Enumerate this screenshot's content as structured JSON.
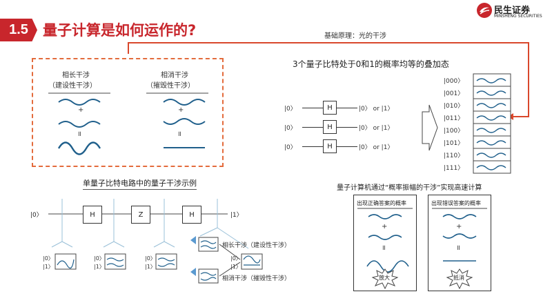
{
  "header": {
    "section_number": "1.5",
    "title": "量子计算是如何运作的?",
    "brand_name": "民生证券",
    "brand_sub": "MINSHENG SECURITIES"
  },
  "principle_label": "基础原理：光的干涉",
  "interference": {
    "constructive_title": "相长干涉",
    "constructive_sub": "（建设性干涉）",
    "destructive_title": "相消干涉",
    "destructive_sub": "（摧毁性干涉）",
    "plus": "+",
    "equals": "॥"
  },
  "superposition": {
    "title": "3个量子比特处于0和1的概率均等的叠加态",
    "input_state": "|0〉",
    "gate": "H",
    "output_state": "|0〉 or |1〉",
    "states": [
      "|000〉",
      "|001〉",
      "|010〉",
      "|011〉",
      "|100〉",
      "|101〉",
      "|110〉",
      "|111〉"
    ]
  },
  "circuit": {
    "title": "单量子比特电路中的量子干涉示例",
    "input": "|0〉",
    "gates": [
      "H",
      "Z",
      "H"
    ],
    "output": "|1〉",
    "ket0": "|0〉",
    "ket1": "|1〉",
    "constructive_label": "相长干涉（建设性干涉）",
    "destructive_label": "相消干涉（摧毁性干涉）"
  },
  "speedup": {
    "title": "量子计算机通过“概率振幅的干涉”实现高速计算",
    "correct_label": "出现正确答案的概率",
    "wrong_label": "出现错误答案的概率",
    "amplify": "放大",
    "cancel": "抵消",
    "plus": "+",
    "equals": "॥"
  }
}
